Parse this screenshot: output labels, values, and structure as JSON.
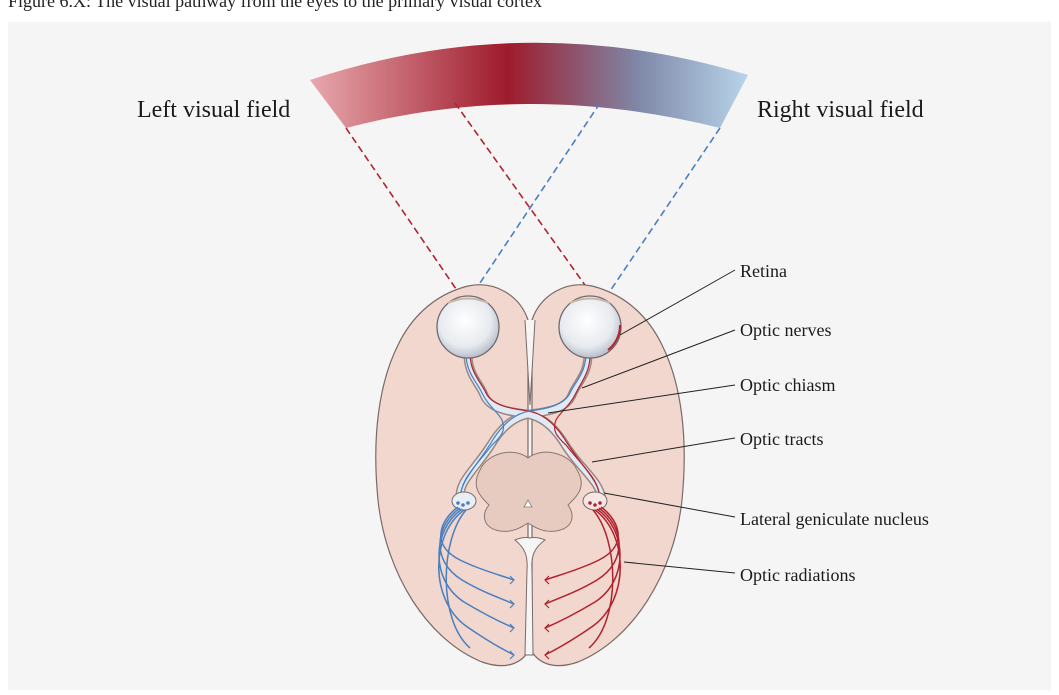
{
  "top_text": "Figure 6.X: The visual pathway from the eyes to the primary visual cortex",
  "left_field_label": "Left visual field",
  "right_field_label": "Right visual field",
  "callouts": {
    "retina": "Retina",
    "optic_nerves": "Optic nerves",
    "optic_chiasm": "Optic chiasm",
    "optic_tracts": "Optic tracts",
    "lgn": "Lateral geniculate nucleus",
    "optic_radiations": "Optic radiations"
  },
  "colors": {
    "left_field": "#a01c2c",
    "right_field": "#b8d2e8",
    "left_pathway": "#b1232f",
    "right_pathway": "#4a7fbf",
    "brain_fill": "#f1d7cd",
    "brain_stroke": "#7a6a66",
    "midbrain_fill": "#e8cbc0",
    "background_panel": "#f5f5f5"
  }
}
